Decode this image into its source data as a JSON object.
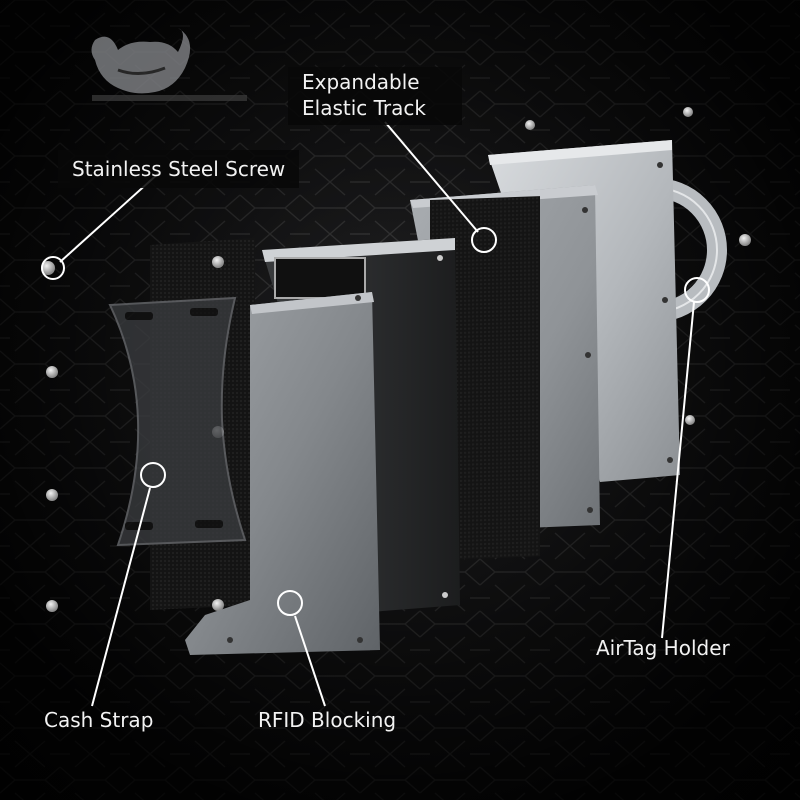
{
  "callouts": {
    "steel_screw": "Stainless Steel Screw",
    "elastic_track": "Expandable Elastic Track",
    "airtag_holder": "AirTag Holder",
    "cash_strap": "Cash Strap",
    "rfid_blocking": "RFID Blocking"
  },
  "colors": {
    "background": "#151516",
    "pattern_line": "#555555",
    "plate_aluminum": "#b8bcc0",
    "elastic_band": "#121212",
    "label_text": "#f2f2f2"
  },
  "brand_logo": "bull-head-logo"
}
